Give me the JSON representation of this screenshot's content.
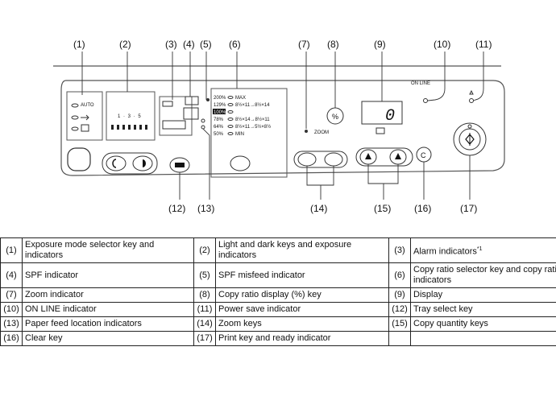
{
  "callouts": [
    "(1)",
    "(2)",
    "(3)",
    "(4)",
    "(5)",
    "(6)",
    "(7)",
    "(8)",
    "(9)",
    "(10)",
    "(11)",
    "(12)",
    "(13)",
    "(14)",
    "(15)",
    "(16)",
    "(17)"
  ],
  "panel": {
    "auto_label": "AUTO",
    "scale": "1 · 3 · 5",
    "ratio_lines": [
      "200%",
      "129%",
      "100%",
      "78%",
      "64%",
      "50%"
    ],
    "ratio_tags": [
      "MAX",
      "8½×11→8½×14",
      "",
      "8½×14→8½×11",
      "8½×11→5½×8½",
      "MIN"
    ],
    "zoom_label": "ZOOM",
    "display_digit": "0",
    "online_label": "ON LINE",
    "ratio_key_symbol": "%"
  },
  "legend": {
    "rows": [
      [
        {
          "n": "(1)",
          "t": "Exposure mode selector key and indicators"
        },
        {
          "n": "(2)",
          "t": "Light and dark keys and exposure indicators"
        },
        {
          "n": "(3)",
          "t": "Alarm indicators",
          "sup": "*1"
        }
      ],
      [
        {
          "n": "(4)",
          "t": "SPF indicator"
        },
        {
          "n": "(5)",
          "t": "SPF misfeed indicator"
        },
        {
          "n": "(6)",
          "t": "Copy ratio selector key and copy ratio indicators"
        }
      ],
      [
        {
          "n": "(7)",
          "t": "Zoom indicator"
        },
        {
          "n": "(8)",
          "t": "Copy ratio display (%) key"
        },
        {
          "n": "(9)",
          "t": "Display"
        }
      ],
      [
        {
          "n": "(10)",
          "t": "ON LINE indicator"
        },
        {
          "n": "(11)",
          "t": "Power save indicator"
        },
        {
          "n": "(12)",
          "t": "Tray select key"
        }
      ],
      [
        {
          "n": "(13)",
          "t": "Paper feed location indicators"
        },
        {
          "n": "(14)",
          "t": "Zoom keys"
        },
        {
          "n": "(15)",
          "t": "Copy quantity keys"
        }
      ],
      [
        {
          "n": "(16)",
          "t": "Clear key"
        },
        {
          "n": "(17)",
          "t": "Print key and ready indicator"
        },
        {
          "n": "",
          "t": ""
        }
      ]
    ]
  }
}
